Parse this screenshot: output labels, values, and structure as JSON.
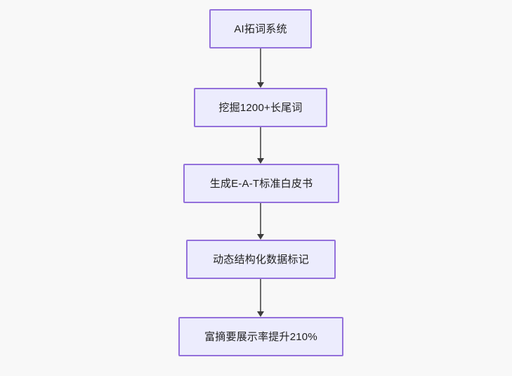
{
  "diagram": {
    "type": "flowchart",
    "direction": "top-to-bottom",
    "background_color": "#f8f8f8",
    "node_fill_color": "#ececfd",
    "node_border_color": "#9370db",
    "node_text_color": "#1f1f1f",
    "edge_color": "#6b6b6b",
    "nodes": [
      {
        "id": "node-0",
        "label": "AI拓词系统"
      },
      {
        "id": "node-1",
        "label": "挖掘1200+长尾词"
      },
      {
        "id": "node-2",
        "label": "生成E-A-T标准白皮书"
      },
      {
        "id": "node-3",
        "label": "动态结构化数据标记"
      },
      {
        "id": "node-4",
        "label": "富摘要展示率提升210%"
      }
    ],
    "edges": [
      {
        "id": "edge-0",
        "from": "node-0",
        "to": "node-1",
        "label": ""
      },
      {
        "id": "edge-1",
        "from": "node-1",
        "to": "node-2",
        "label": ""
      },
      {
        "id": "edge-2",
        "from": "node-2",
        "to": "node-3",
        "label": ""
      },
      {
        "id": "edge-3",
        "from": "node-3",
        "to": "node-4",
        "label": ""
      }
    ]
  }
}
